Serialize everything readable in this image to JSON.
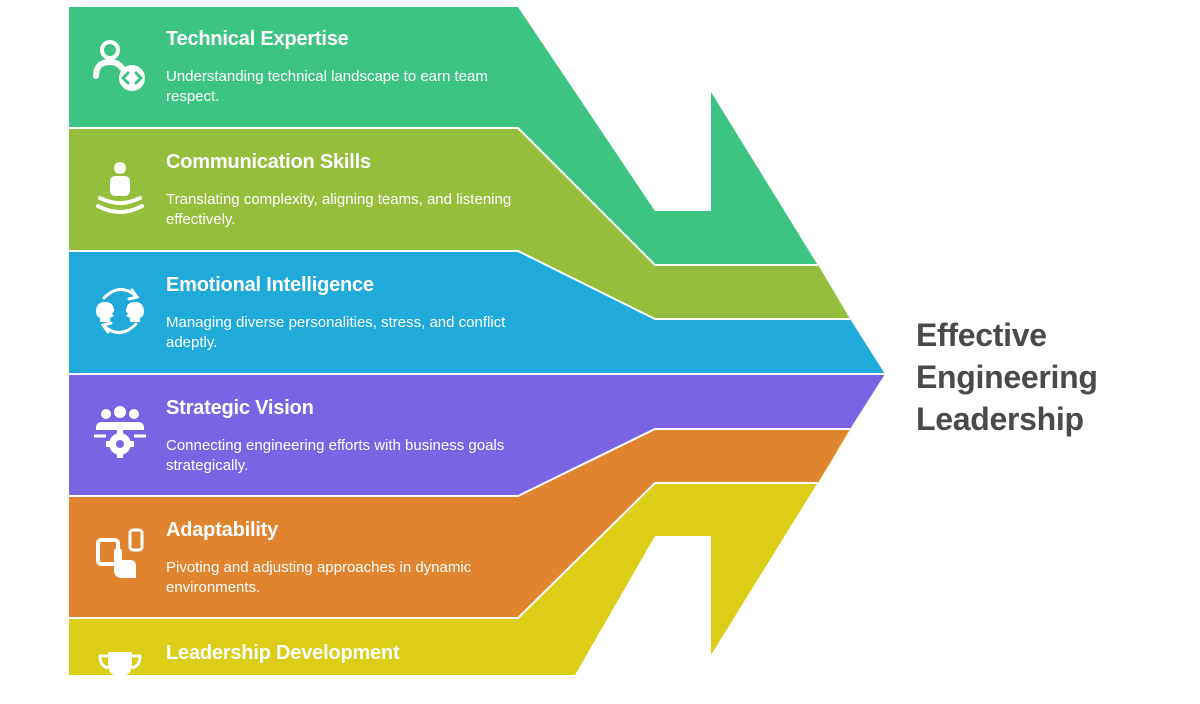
{
  "outcome": {
    "text": "Effective Engineering Leadership"
  },
  "bands": [
    {
      "id": "technical",
      "title": "Technical Expertise",
      "desc": "Understanding technical landscape to earn team respect.",
      "color": "#3dc482",
      "icon": "developer-code-icon"
    },
    {
      "id": "communication",
      "title": "Communication Skills",
      "desc": "Translating complexity, aligning teams, and listening effectively.",
      "color": "#94be3c",
      "icon": "speaker-person-icon"
    },
    {
      "id": "emotional",
      "title": "Emotional Intelligence",
      "desc": "Managing diverse personalities, stress, and conflict adeptly.",
      "color": "#1faad9",
      "icon": "exchange-heads-icon"
    },
    {
      "id": "strategic",
      "title": "Strategic Vision",
      "desc": "Connecting engineering efforts with business goals strategically.",
      "color": "#7b64e4",
      "icon": "team-gear-icon"
    },
    {
      "id": "adaptability",
      "title": "Adaptability",
      "desc": "Pivoting and adjusting approaches in dynamic environments.",
      "color": "#e0842f",
      "icon": "devices-hand-icon"
    },
    {
      "id": "leadership",
      "title": "Leadership Development",
      "desc": "",
      "color": "#dccd17",
      "icon": "trophy-icon"
    }
  ]
}
